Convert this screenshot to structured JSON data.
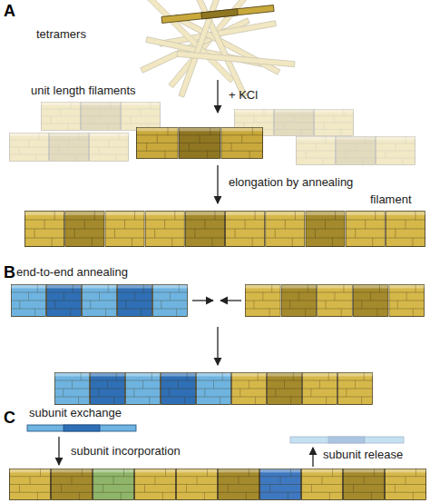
{
  "diagram": {
    "labels": [
      "A",
      "tetramers",
      "unit length filaments",
      "+ KCl",
      "elongation by annealing",
      "filament",
      "B",
      "end-to-end annealing",
      "C",
      "subunit exchange",
      "subunit incorporation",
      "subunit release"
    ]
  }
}
